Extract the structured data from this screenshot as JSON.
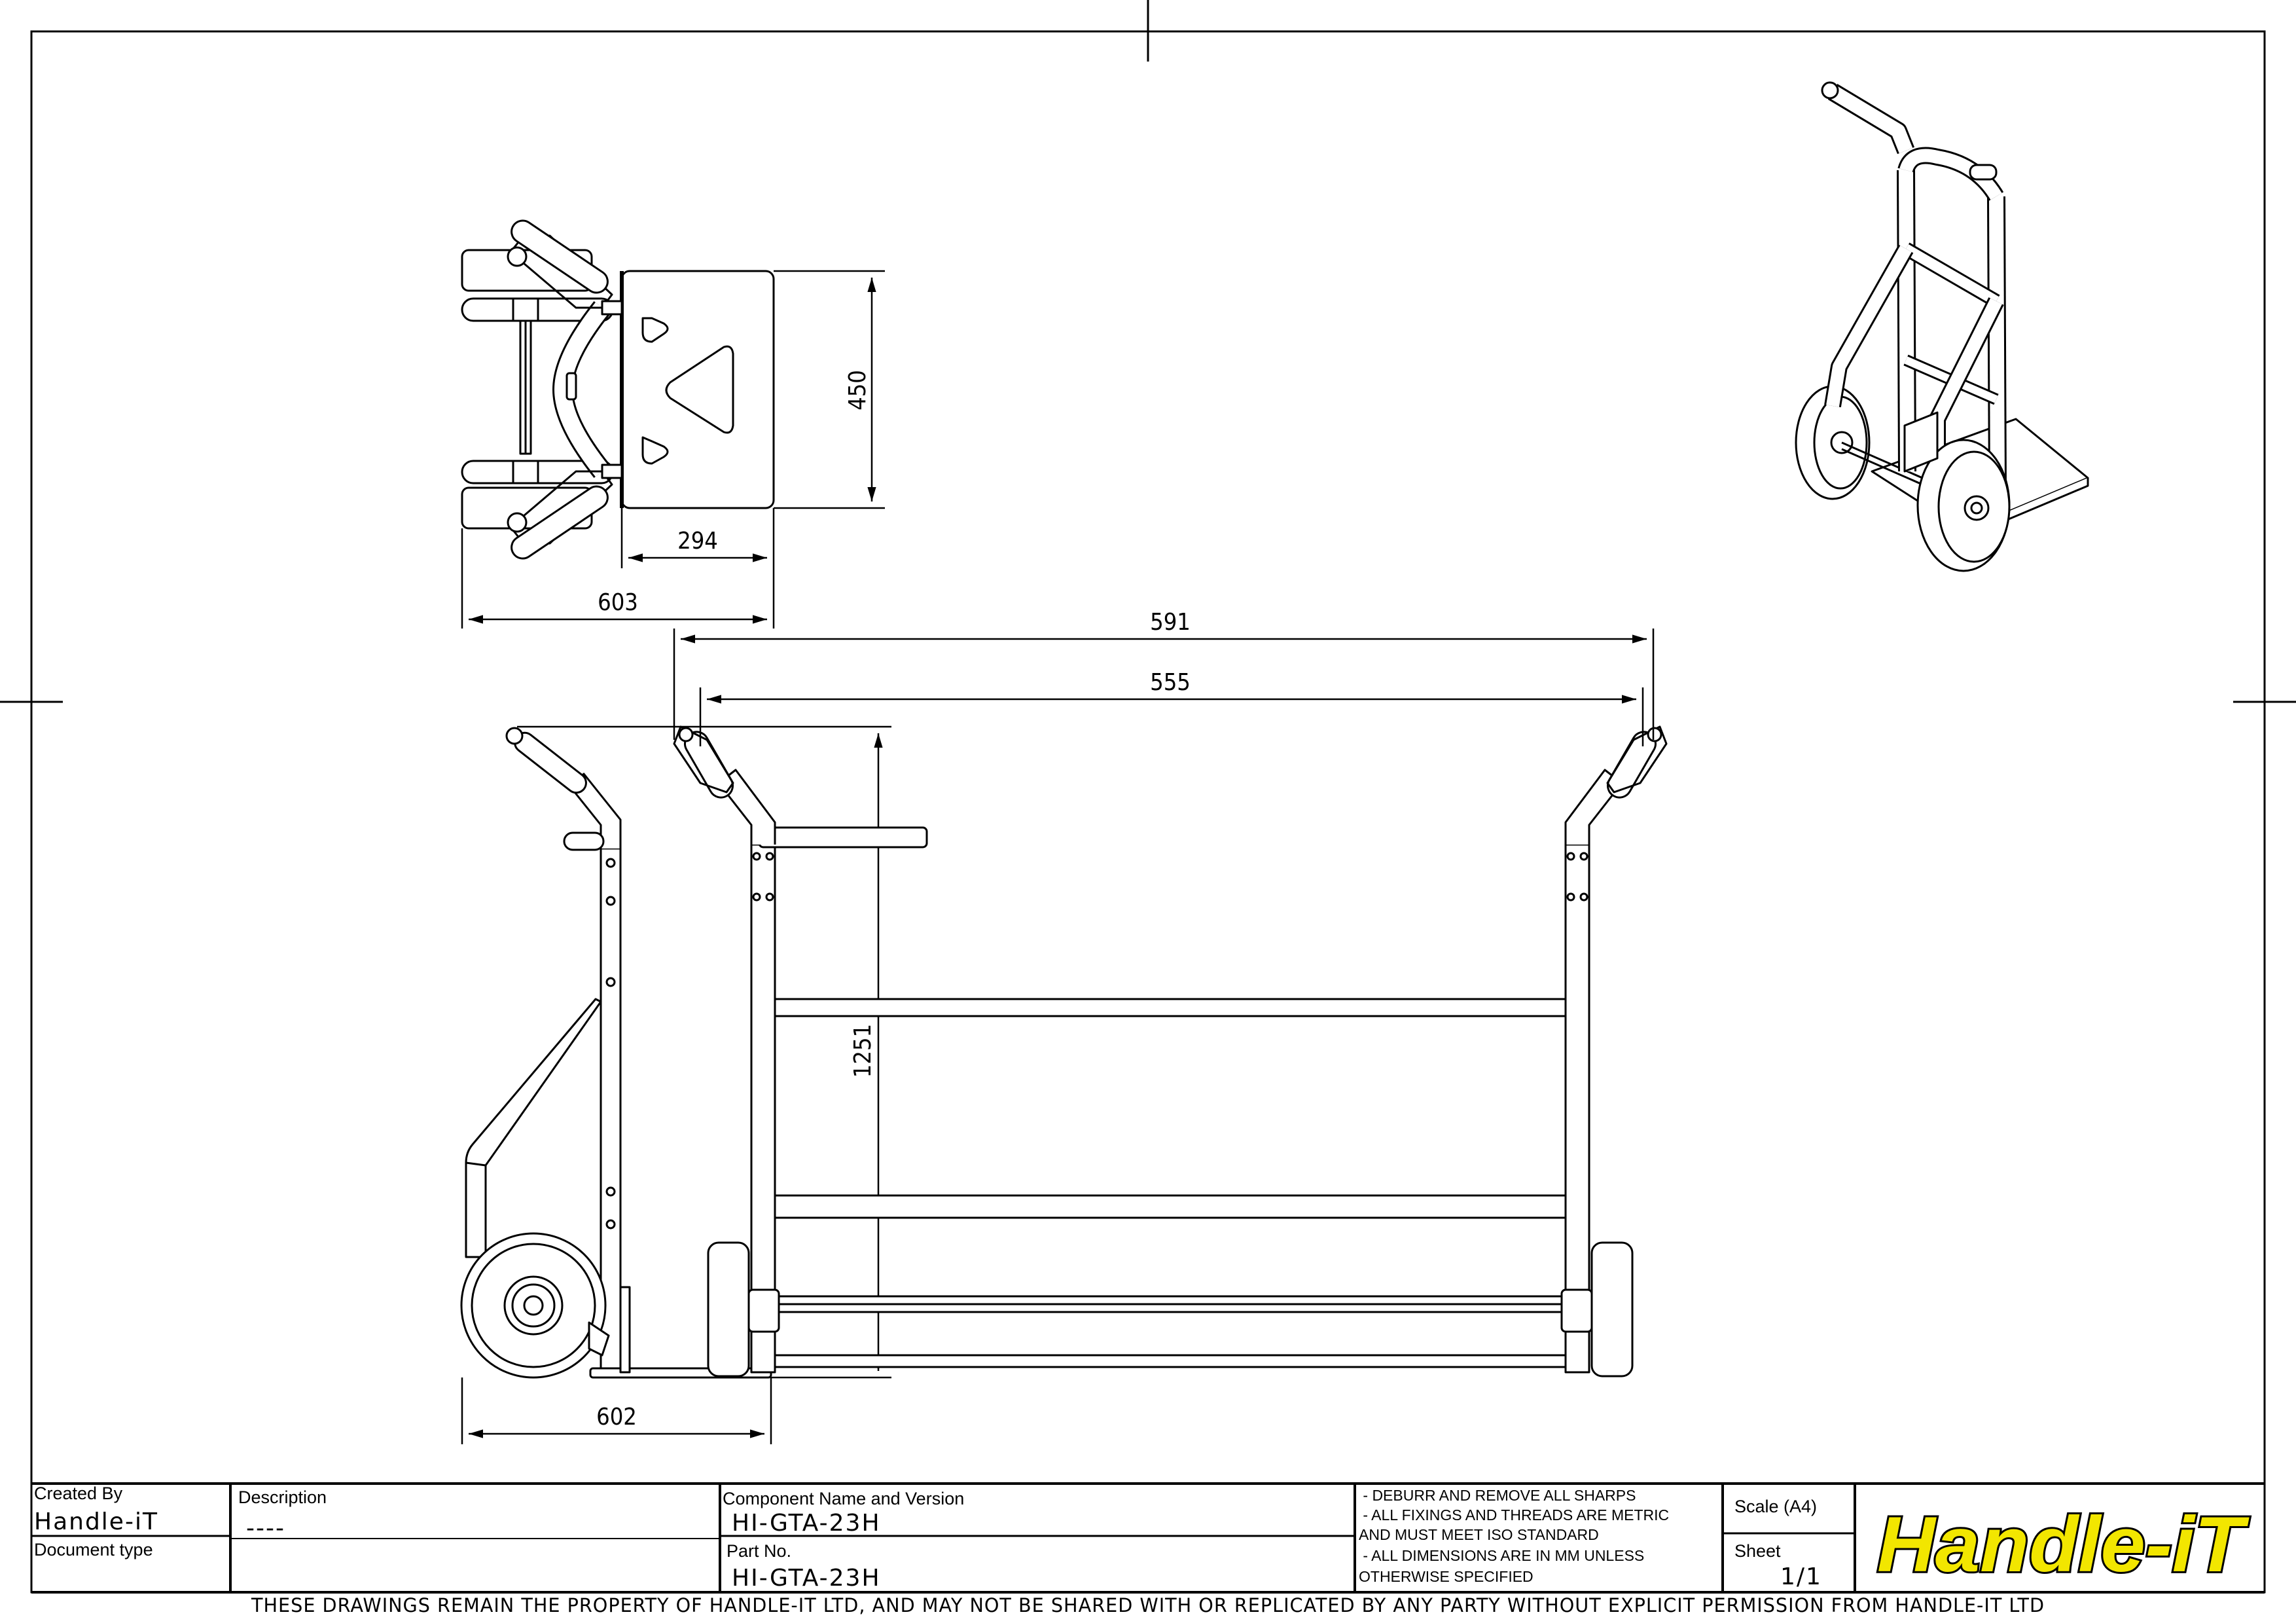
{
  "dimensions": {
    "top_view_height": "450",
    "top_view_plate_width": "294",
    "top_view_overall_width": "603",
    "side_view_height": "1251",
    "side_view_depth": "602",
    "front_view_overall_width": "591",
    "front_view_inner_width": "555"
  },
  "title_block": {
    "created_by_label": "Created By",
    "created_by_value": "Handle-iT",
    "document_type_label": "Document type",
    "description_label": "Description",
    "description_value": "----",
    "component_label": "Component Name and Version",
    "component_value": "HI-GTA-23H",
    "part_label": "Part No.",
    "part_value": "HI-GTA-23H",
    "notes": [
      " - DEBURR AND REMOVE ALL SHARPS",
      " - ALL FIXINGS AND THREADS ARE METRIC",
      "AND MUST MEET ISO STANDARD",
      " - ALL DIMENSIONS ARE IN MM UNLESS",
      "OTHERWISE SPECIFIED"
    ],
    "scale_label": "Scale (A4)",
    "sheet_label": "Sheet",
    "sheet_value": "1/1"
  },
  "logo_text": "Handle-iT",
  "footer_text": "THESE DRAWINGS REMAIN THE PROPERTY OF HANDLE-IT LTD, AND MAY NOT BE SHARED WITH OR REPLICATED BY ANY PARTY WITHOUT EXPLICIT PERMISSION FROM HANDLE-IT LTD",
  "colors": {
    "line": "#000000",
    "logo_fill": "#f2e600",
    "background": "#ffffff"
  }
}
